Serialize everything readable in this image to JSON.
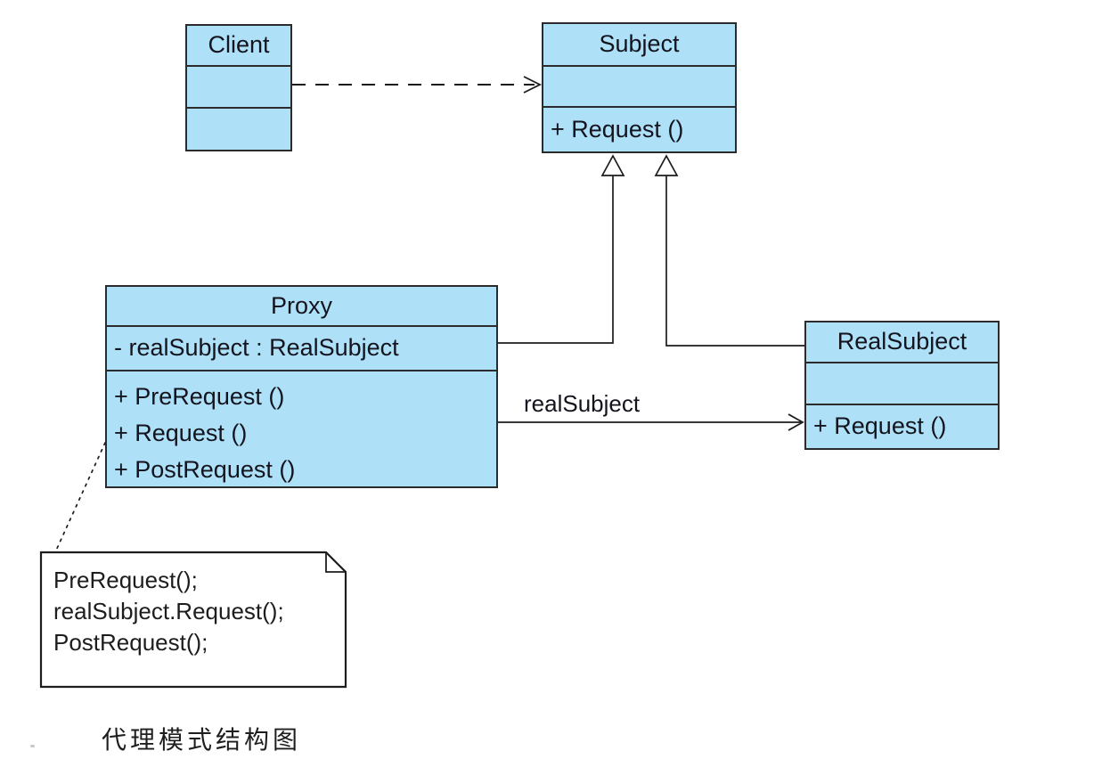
{
  "diagram": {
    "caption": "代理模式结构图",
    "type": "uml-class-diagram"
  },
  "colors": {
    "class_fill": "#aee1f8",
    "class_border": "#2b2b2b",
    "connector": "#1c1c1c",
    "note_fill": "#ffffff",
    "background": "#ffffff",
    "text": "#14141e"
  },
  "classes": {
    "client": {
      "name": "Client"
    },
    "subject": {
      "name": "Subject",
      "method": "+ Request ()"
    },
    "proxy": {
      "name": "Proxy",
      "attribute": "- realSubject : RealSubject",
      "methods": [
        "+ PreRequest ()",
        "+ Request ()",
        "+ PostRequest ()"
      ]
    },
    "realsubject": {
      "name": "RealSubject",
      "method": "+ Request ()"
    }
  },
  "association": {
    "label": "realSubject"
  },
  "note": {
    "lines": [
      "PreRequest();",
      "realSubject.Request();",
      "PostRequest();"
    ]
  }
}
